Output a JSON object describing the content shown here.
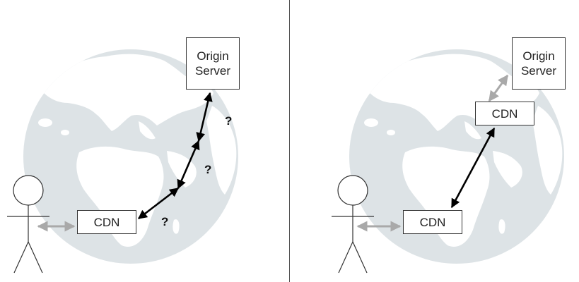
{
  "left": {
    "origin_label": "Origin\nServer",
    "cdn_label": "CDN",
    "questions": [
      "?",
      "?",
      "?"
    ]
  },
  "right": {
    "origin_label": "Origin\nServer",
    "cdn_near_origin_label": "CDN",
    "cdn_near_user_label": "CDN"
  },
  "colors": {
    "globe_ocean": "#dde3e6",
    "globe_land": "#ffffff",
    "arrow_black": "#000000",
    "arrow_gray": "#a9a9a9",
    "box_border": "#333333",
    "divider": "#555555"
  }
}
